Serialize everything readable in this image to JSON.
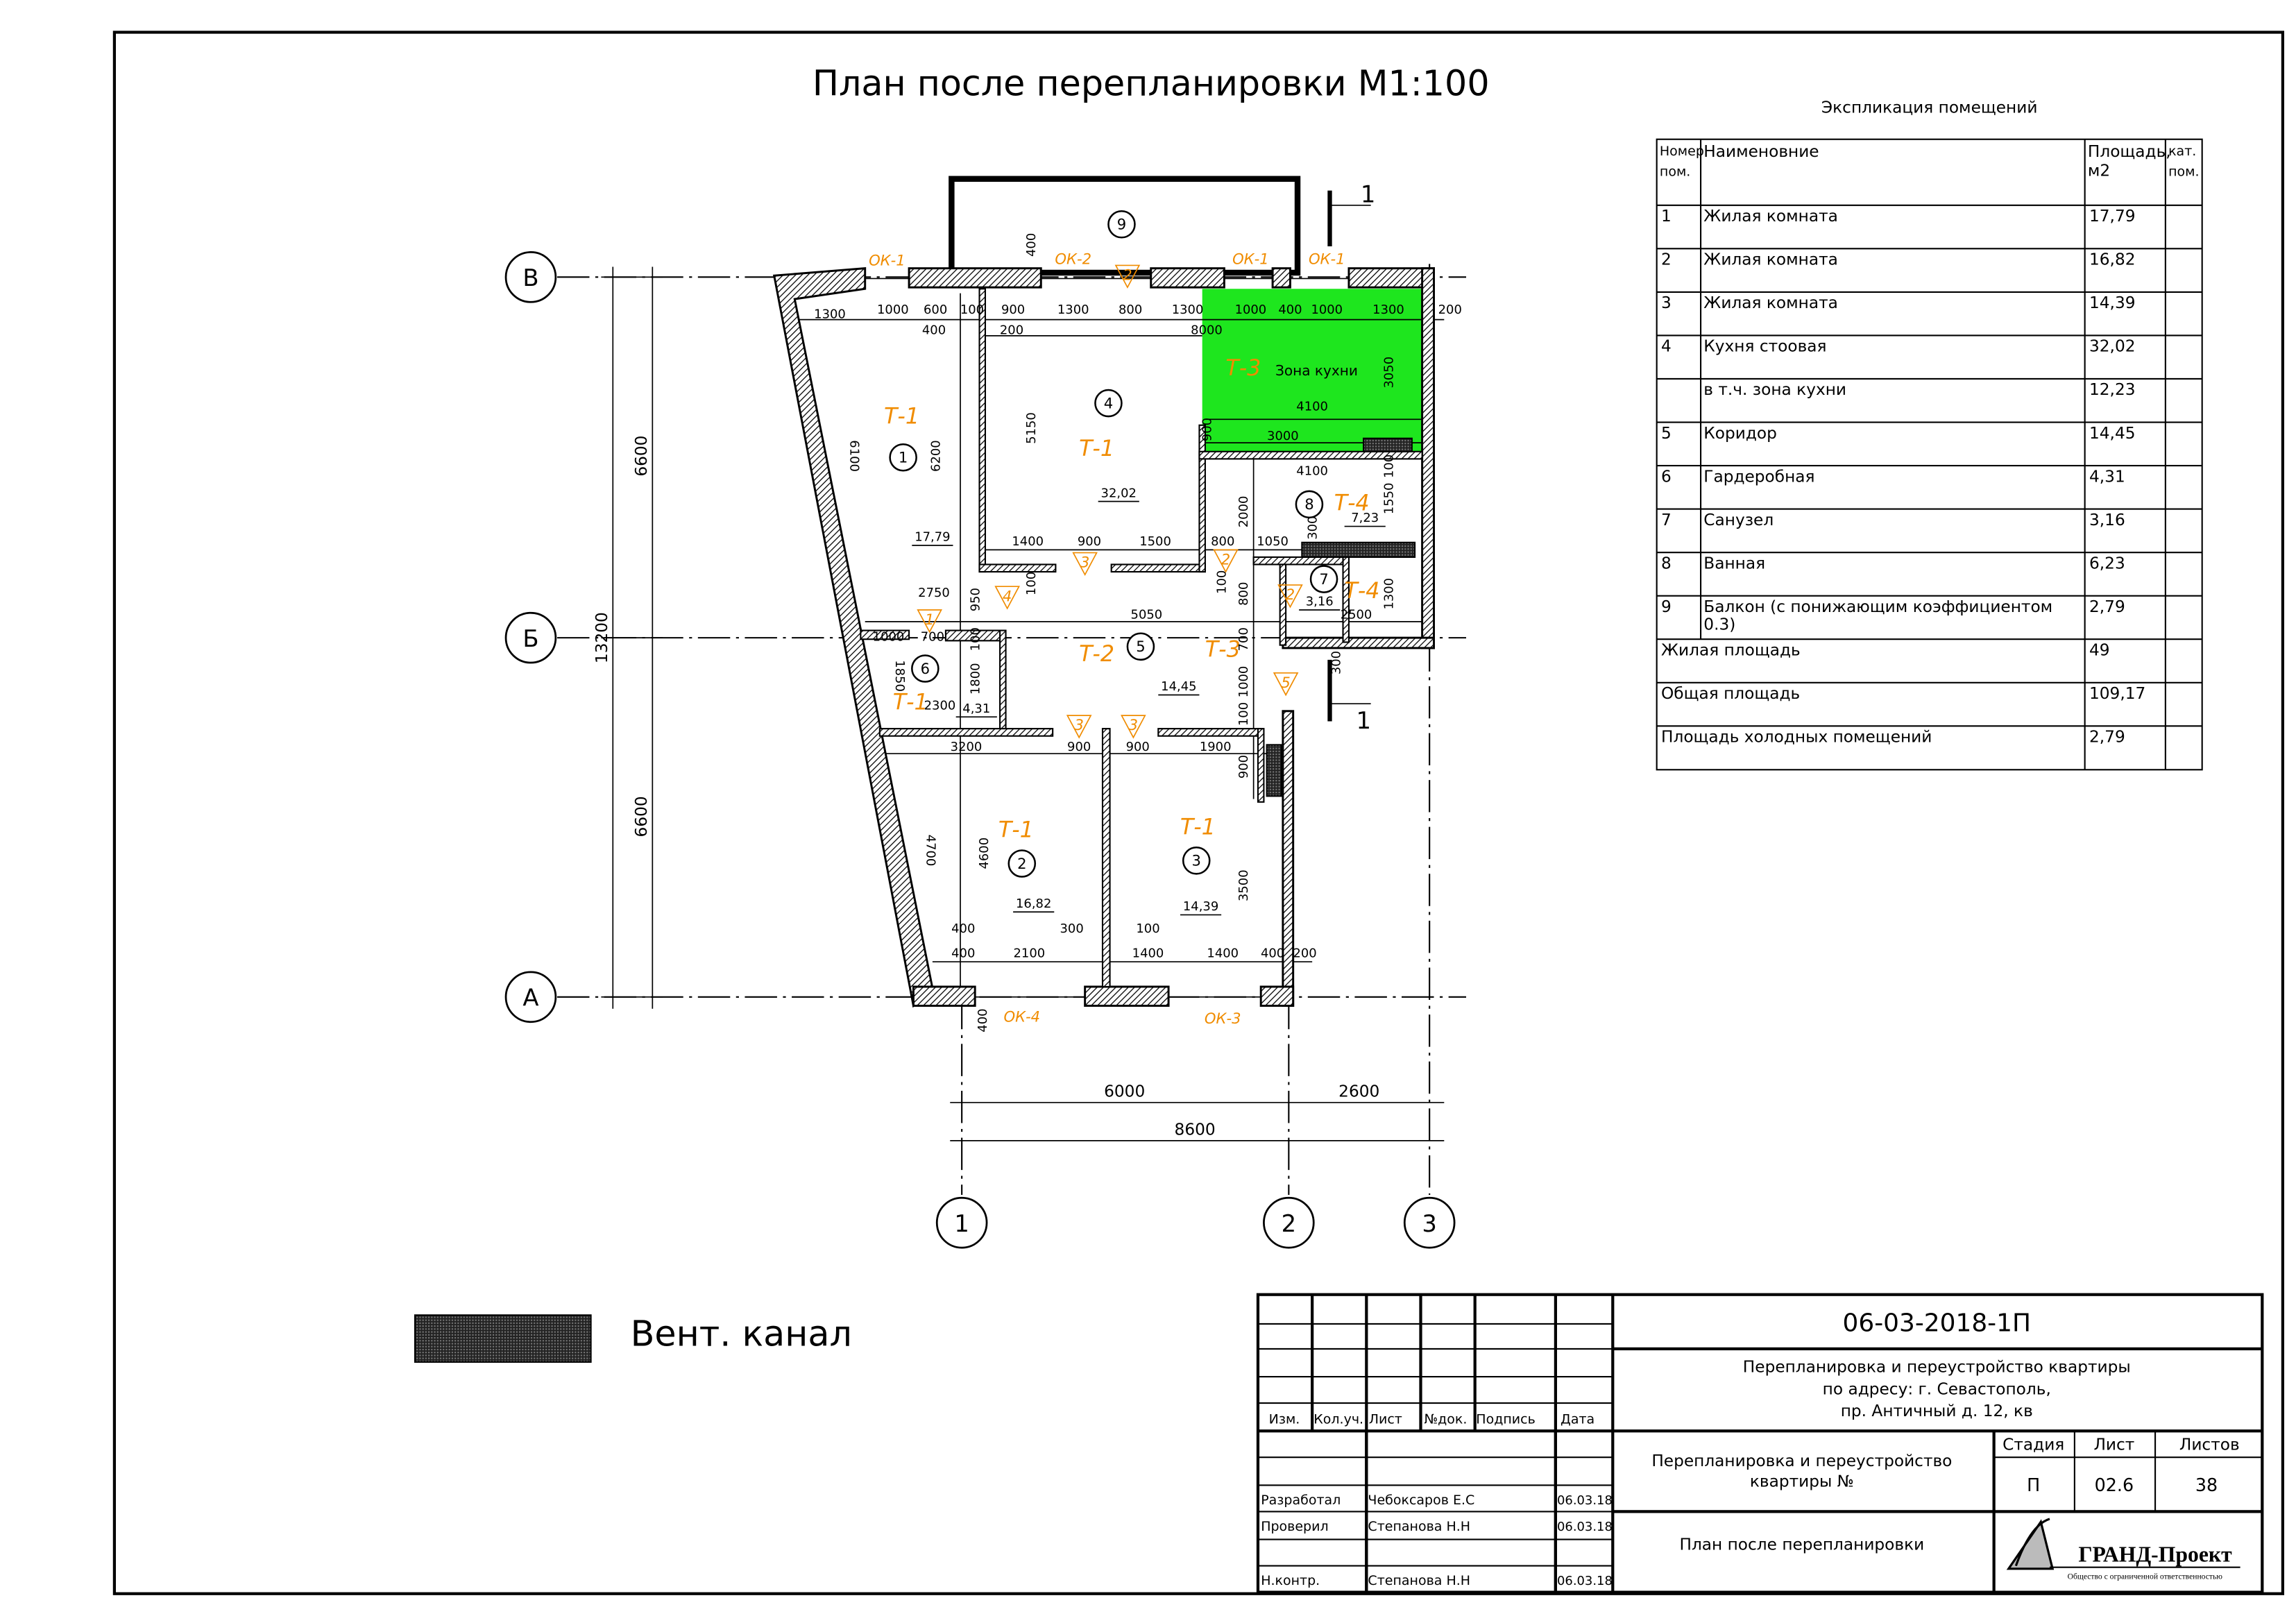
{
  "title": "План после перепланировки М1:100",
  "axes": {
    "rows": [
      "В",
      "Б",
      "А"
    ],
    "cols": [
      "1",
      "2",
      "3"
    ]
  },
  "overall_dims": {
    "left": [
      "6600",
      "13200",
      "6600"
    ],
    "bottom": [
      "6000",
      "2600",
      "8600"
    ]
  },
  "section_mark": [
    "1",
    "1"
  ],
  "rooms": [
    {
      "num": "1",
      "area": "17,79"
    },
    {
      "num": "2",
      "area": "16,82"
    },
    {
      "num": "3",
      "area": "14,39"
    },
    {
      "num": "4",
      "area": "32,02"
    },
    {
      "num": "5",
      "area": "14,45"
    },
    {
      "num": "6",
      "area": "4,31"
    },
    {
      "num": "7",
      "area": "3,16"
    },
    {
      "num": "8",
      "area": "7,23"
    },
    {
      "num": "9",
      "area": null
    }
  ],
  "floor_types": [
    "Т-1",
    "Т-1",
    "Т-1",
    "Т-1",
    "Т-1",
    "Т-2",
    "Т-3",
    "Т-3",
    "Т-4",
    "Т-4"
  ],
  "kitchen_zone_label": "Зона кухни",
  "kitchen_zone_color": "#1ee61e",
  "windows": [
    "ОК-1",
    "ОК-2",
    "ОК-1",
    "ОК-1",
    "ОК-4",
    "ОК-3"
  ],
  "door_marks": [
    "2",
    "3",
    "2",
    "4",
    "1",
    "2",
    "5",
    "3",
    "3"
  ],
  "dims": [
    "1300",
    "1000",
    "600",
    "100",
    "900",
    "1300",
    "800",
    "1300",
    "1000",
    "400",
    "1000",
    "1300",
    "200",
    "400",
    "200",
    "8000",
    "5150",
    "6200",
    "6100",
    "1400",
    "900",
    "1500",
    "800",
    "1050",
    "2000",
    "900",
    "4100",
    "3000",
    "3050",
    "4100",
    "1550",
    "100",
    "300",
    "2750",
    "950",
    "100",
    "5050",
    "100",
    "800",
    "2500",
    "1300",
    "1000",
    "700",
    "100",
    "700",
    "1850",
    "1800",
    "2300",
    "1000",
    "300",
    "100",
    "3200",
    "900",
    "900",
    "1900",
    "900",
    "4700",
    "4600",
    "3500",
    "400",
    "300",
    "100",
    "400",
    "2100",
    "1400",
    "1400",
    "400",
    "200",
    "400",
    "400"
  ],
  "legend": {
    "label": "Вент. канал"
  },
  "explication": {
    "title": "Экспликация помещений",
    "headers": {
      "num": "Номер пом.",
      "name": "Наименовние",
      "area": "Площадь, м2",
      "cat": "кат. пом."
    },
    "rows": [
      {
        "num": "1",
        "name": "Жилая комната",
        "area": "17,79"
      },
      {
        "num": "2",
        "name": "Жилая комната",
        "area": "16,82"
      },
      {
        "num": "3",
        "name": "Жилая комната",
        "area": "14,39"
      },
      {
        "num": "4",
        "name": "Кухня стоовая",
        "area": "32,02"
      },
      {
        "num": "",
        "name": "в т.ч. зона кухни",
        "area": "12,23"
      },
      {
        "num": "5",
        "name": "Коридор",
        "area": "14,45"
      },
      {
        "num": "6",
        "name": "Гардеробная",
        "area": "4,31"
      },
      {
        "num": "7",
        "name": "Санузел",
        "area": "3,16"
      },
      {
        "num": "8",
        "name": "Ванная",
        "area": "6,23"
      },
      {
        "num": "9",
        "name": "Балкон (с понижающим коэффициентом",
        "name2": "0.3)",
        "area": "2,79"
      }
    ],
    "totals": [
      {
        "name": "Жилая площадь",
        "area": "49"
      },
      {
        "name": "Общая площадь",
        "area": "109,17"
      },
      {
        "name": "Площадь холодных помещений",
        "area": "2,79"
      }
    ]
  },
  "title_block": {
    "code": "06-03-2018-1П",
    "project_lines": [
      "Перепланировка и переустройство квартиры",
      "по адресу: г. Севастополь,",
      "пр. Античный д. 12, кв"
    ],
    "headers": [
      "Изм.",
      "Кол.уч.",
      "Лист",
      "№док.",
      "Подпись",
      "Дата"
    ],
    "signers": [
      {
        "role": "Разработал",
        "name": "Чебоксаров Е.С",
        "date": "06.03.18"
      },
      {
        "role": "Проверил",
        "name": "Степанова Н.Н",
        "date": "06.03.18"
      },
      {
        "role": "Н.контр.",
        "name": "Степанова Н.Н",
        "date": "06.03.18"
      }
    ],
    "object_lines": [
      "Перепланировка и переустройство",
      "квартиры №"
    ],
    "sheet_name": "План после перепланировки",
    "stage_label": "Стадия",
    "sheet_label": "Лист",
    "sheets_label": "Листов",
    "stage": "П",
    "sheet": "02.6",
    "sheets": "38",
    "company": "ГРАНД-Проект",
    "company_sub": "Общество с ограниченной ответственностью"
  }
}
